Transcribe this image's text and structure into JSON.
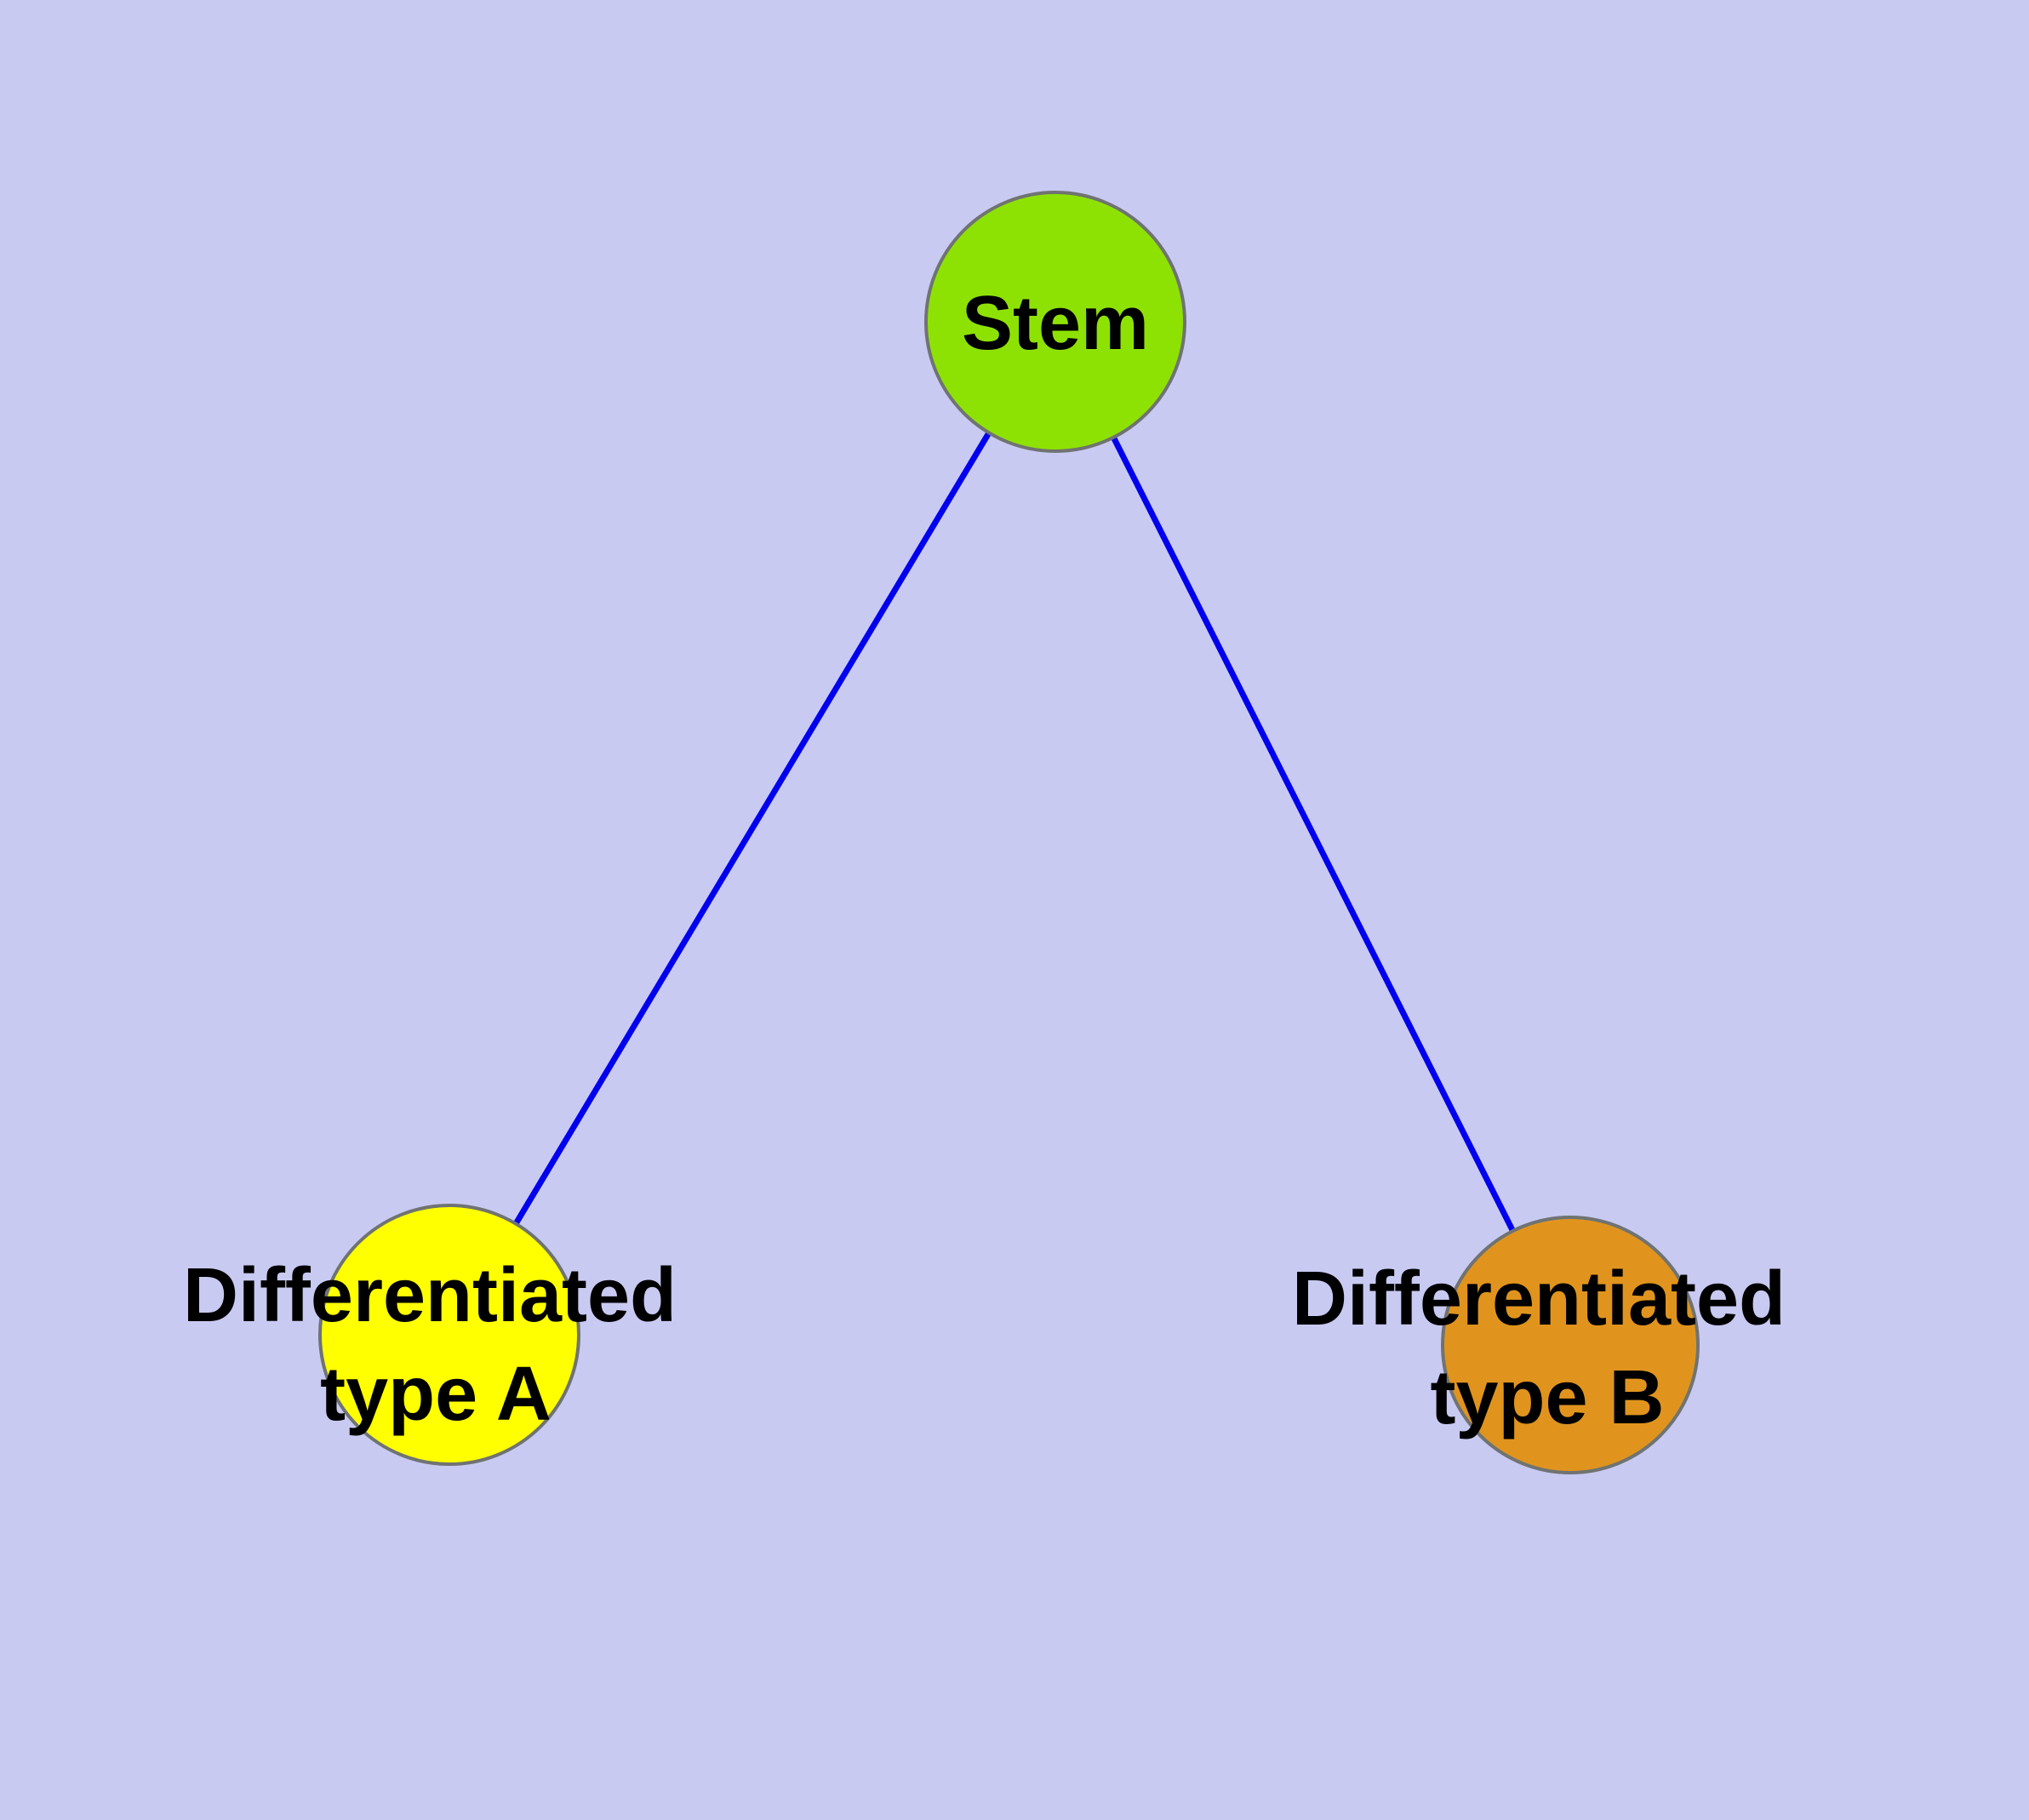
{
  "colors": {
    "background": "#c9caf2",
    "edge": "#0000ee",
    "node_border": "#6f7372",
    "text": "#000000"
  },
  "nodes": {
    "stem": {
      "label": "Stem",
      "fill": "#8ee203"
    },
    "diff_a": {
      "label": "Differentiated type A",
      "line1": "Differentiated",
      "line2": "type A",
      "fill": "#ffff00"
    },
    "diff_b": {
      "label": "Differentiated type B",
      "line1": "Differentiated",
      "line2": "type B",
      "fill": "#e0941e"
    }
  },
  "edges": [
    {
      "from": "Stem",
      "to": "Differentiated type A"
    },
    {
      "from": "Stem",
      "to": "Differentiated type B"
    }
  ]
}
